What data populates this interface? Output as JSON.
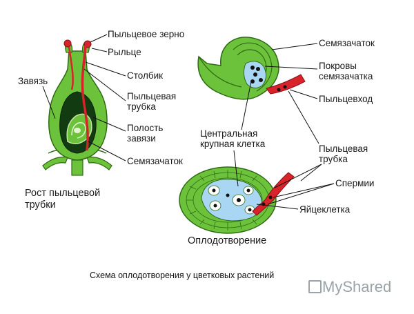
{
  "colors": {
    "green": "#6cc23a",
    "green_dark": "#3f8a1f",
    "blue": "#a9d6f2",
    "red": "#d8232a",
    "black": "#111111"
  },
  "labels": {
    "pollen_grain": "Пыльцевое зерно",
    "stigma": "Рыльце",
    "style": "Столбик",
    "ovary": "Завязь",
    "pollen_tube_left": "Пыльцевая\nтрубка",
    "ovary_cavity": "Полость\nзавязи",
    "ovule_left": "Семязачаток",
    "growth_caption": "Рост пыльцевой\nтрубки",
    "ovule_right": "Семязачаток",
    "integuments": "Покровы\nсемязачатка",
    "micropyle": "Пыльцевход",
    "central_cell": "Центральная\nкрупная клетка",
    "pollen_tube_right": "Пыльцевая\nтрубка",
    "sperm": "Спермии",
    "egg_cell": "Яйцеклетка",
    "fertilization_caption": "Оплодотворение"
  },
  "caption": "Схема оплодотворения  у цветковых растений",
  "watermark": "MyShared"
}
